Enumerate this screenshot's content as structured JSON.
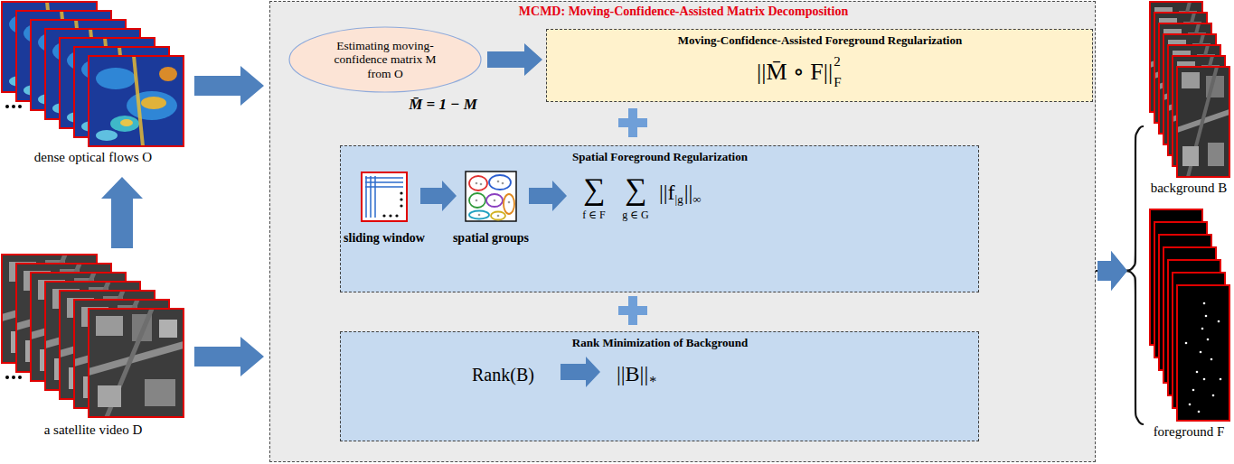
{
  "diagram": {
    "nodes": [
      {
        "text": [
          "dense optical flows O"
        ]
      },
      {
        "text": [
          "a satellite video D"
        ]
      },
      {
        "text": [
          "MCMD: Moving-Confidence-Assisted Matrix Decomposition"
        ]
      },
      {
        "text": [
          "Estimating moving-confidence matrix M from O"
        ],
        "in": 2
      },
      {
        "text": [
          "Moving-Confidence-Assisted Foreground Regularization",
          "||M̄ ∘ F||",
          "2",
          "F"
        ],
        "in": 2
      },
      {
        "text": [
          "Spatial Foreground Regularization",
          "sliding window",
          "spatial groups",
          "∑",
          "f ∈ F",
          "∑",
          "g ∈ G",
          "||f",
          "|g",
          "||",
          "∞"
        ],
        "in": 2
      },
      {
        "text": [
          "Rank Minimization of Background",
          "Rank(B)",
          "||B||",
          "*"
        ],
        "in": 2
      },
      {
        "text": [
          "background B"
        ]
      },
      {
        "text": [
          "foreground F"
        ]
      }
    ],
    "edges": [
      {
        "from": 1,
        "to": 0,
        "arrow": "to"
      },
      {
        "from": 0,
        "to": 2,
        "arrow": "to"
      },
      {
        "from": 1,
        "to": 2,
        "arrow": "to"
      },
      {
        "from": 3,
        "to": 4,
        "arrow": "to"
      },
      {
        "from": 2,
        "to": 7,
        "arrow": "to"
      },
      {
        "from": 2,
        "to": 8,
        "arrow": "to"
      }
    ],
    "labels": [
      "M̄ = 1 − M"
    ]
  }
}
